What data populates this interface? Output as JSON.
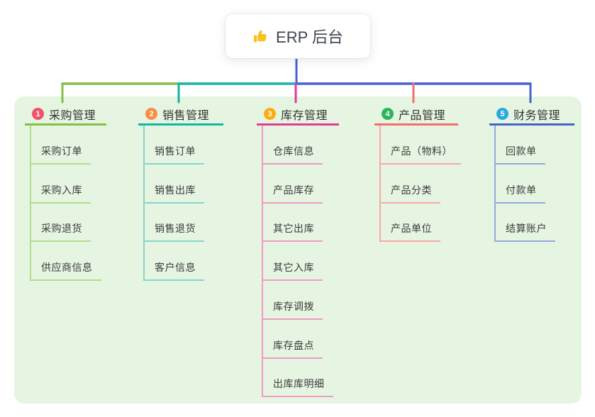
{
  "root": {
    "title": "ERP 后台",
    "icon": "thumbs-up-icon"
  },
  "colors": {
    "stem": "#4a5fd6",
    "panel_bg": "#e6f5e2",
    "card_bg": "#ffffff",
    "text": "#333333",
    "icon_yellow": "#f7c21e"
  },
  "branches": [
    {
      "badge": "1",
      "badge_color": "#f4516c",
      "line_color": "#84bf46",
      "line_light": "#b5dc8d",
      "title": "采购管理",
      "items": [
        "采购订单",
        "采购入库",
        "采购退货",
        "供应商信息"
      ]
    },
    {
      "badge": "2",
      "badge_color": "#fa8c45",
      "line_color": "#13b5a6",
      "line_light": "#84d6cc",
      "title": "销售管理",
      "items": [
        "销售订单",
        "销售出库",
        "销售退货",
        "客户信息"
      ]
    },
    {
      "badge": "3",
      "badge_color": "#fbad18",
      "line_color": "#e23c96",
      "line_light": "#f19ac6",
      "title": "库存管理",
      "items": [
        "仓库信息",
        "产品库存",
        "其它出库",
        "其它入库",
        "库存调拨",
        "库存盘点",
        "出库库明细"
      ]
    },
    {
      "badge": "4",
      "badge_color": "#2db55d",
      "line_color": "#f76c6c",
      "line_light": "#f9a8a8",
      "title": "产品管理",
      "items": [
        "产品（物料）",
        "产品分类",
        "产品单位"
      ]
    },
    {
      "badge": "5",
      "badge_color": "#29a9e0",
      "line_color": "#4365cb",
      "line_light": "#96a9e2",
      "title": "财务管理",
      "items": [
        "回款单",
        "付款单",
        "结算账户"
      ]
    }
  ]
}
